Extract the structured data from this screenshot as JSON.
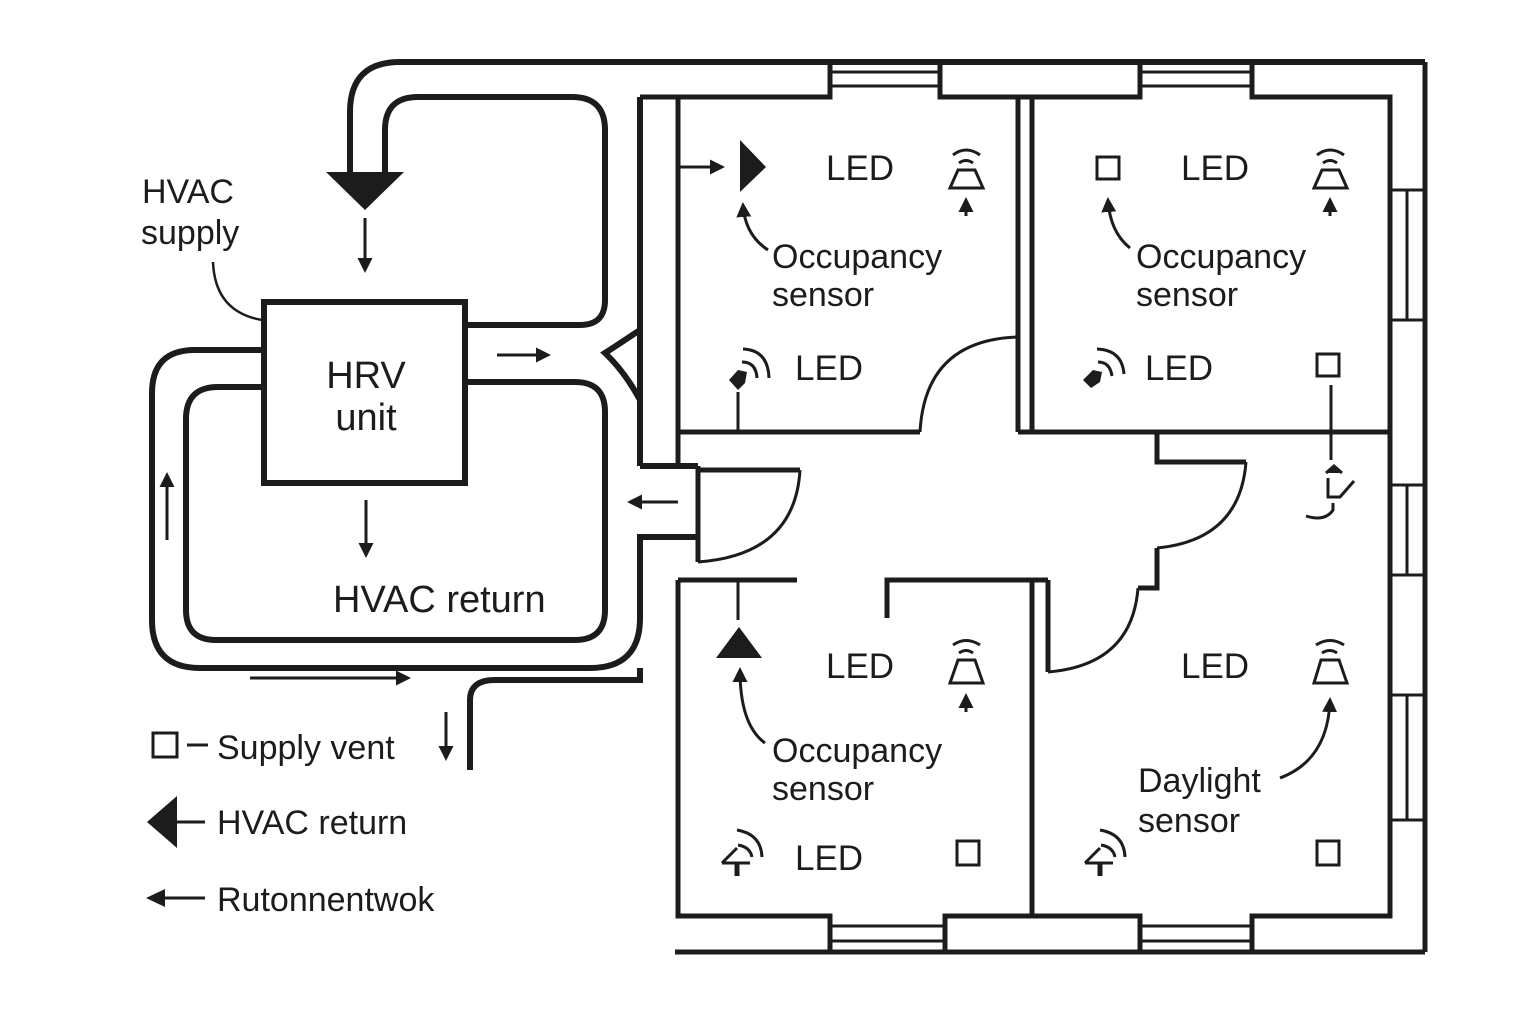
{
  "diagram": {
    "kind": "HVAC and lighting floor plan",
    "colors": {
      "ink": "#1c1c1c",
      "background": "#ffffff"
    },
    "hvac": {
      "supply_label_line1": "HVAC",
      "supply_label_line2": "supply",
      "unit_label_line1": "HRV",
      "unit_label_line2": "unit",
      "return_label": "HVAC return"
    },
    "legend": {
      "items": [
        {
          "icon": "square-vent-icon",
          "label": "Supply vent"
        },
        {
          "icon": "large-left-arrow-icon",
          "label": "HVAC return"
        },
        {
          "icon": "thin-left-arrow-icon",
          "label": "Rutonnentwok"
        }
      ]
    },
    "rooms": [
      {
        "name": "top-left-room",
        "led_top": "LED",
        "led_bottom": "LED",
        "sensor_line1": "Occupancy",
        "sensor_line2": "sensor",
        "sensor_icon": "wedge-right-icon"
      },
      {
        "name": "top-right-room",
        "led_top": "LED",
        "led_bottom": "LED",
        "sensor_line1": "Occupancy",
        "sensor_line2": "sensor",
        "sensor_icon": "square-icon"
      },
      {
        "name": "bottom-left-room",
        "led_top": "LED",
        "led_bottom": "LED",
        "sensor_line1": "Occupancy",
        "sensor_line2": "sensor",
        "sensor_icon": "triangle-up-icon"
      },
      {
        "name": "bottom-right-room",
        "led_top": "LED",
        "sensor_line1": "Daylight",
        "sensor_line2": "sensor",
        "sensor_icon": "lamp-icon"
      }
    ]
  }
}
